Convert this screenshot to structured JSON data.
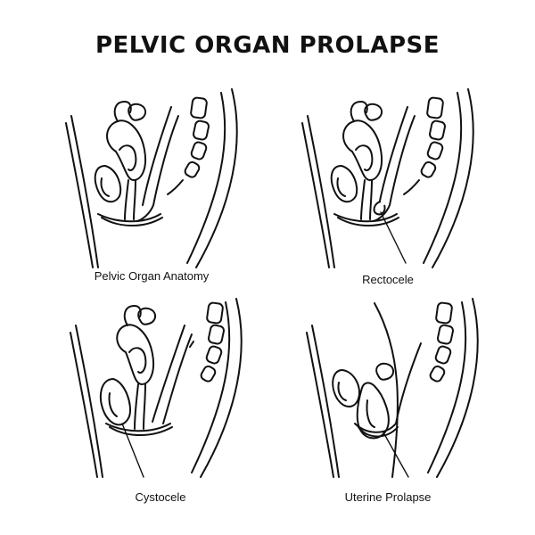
{
  "title": "PELVIC ORGAN PROLAPSE",
  "panels": [
    {
      "label": "Pelvic Organ Anatomy"
    },
    {
      "label": "Rectocele"
    },
    {
      "label": "Cystocele"
    },
    {
      "label": "Uterine Prolapse"
    }
  ]
}
